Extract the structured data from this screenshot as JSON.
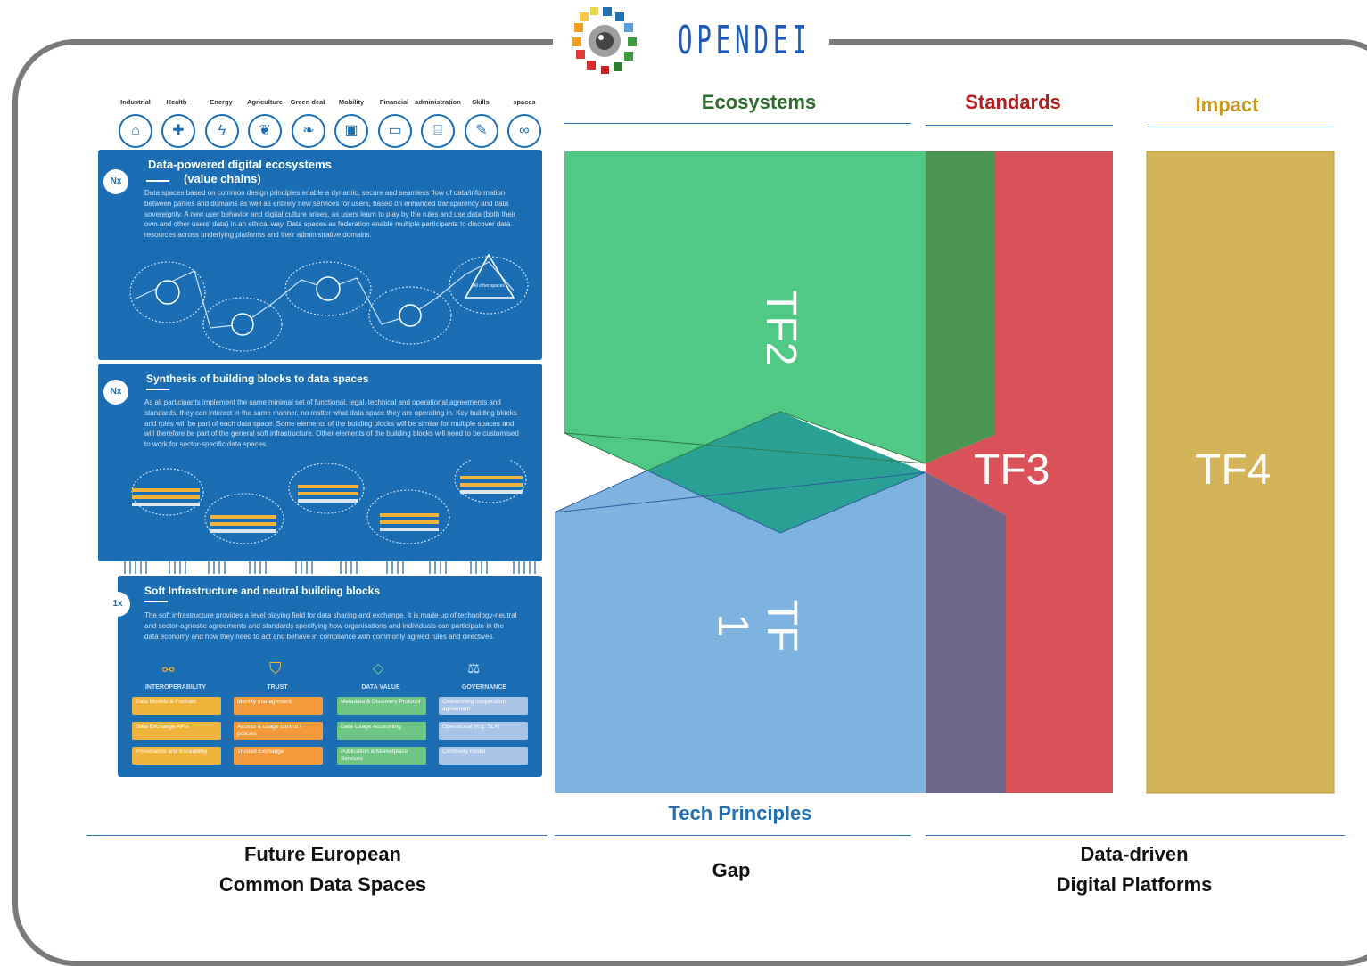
{
  "logo": {
    "text": "OPENDEI"
  },
  "headers": {
    "ecosystems": "Ecosystems",
    "standards": "Standards",
    "impact": "Impact",
    "tech_principles": "Tech Principles"
  },
  "bottom": {
    "left_line1": "Future European",
    "left_line2": "Common Data Spaces",
    "center": "Gap",
    "right_line1": "Data-driven",
    "right_line2": "Digital Platforms"
  },
  "task_forces": {
    "tf1": "TF 1",
    "tf2": "TF2",
    "tf3": "TF3",
    "tf4": "TF4"
  },
  "colors": {
    "tf1": "#7fb3df",
    "tf2": "#4fc985",
    "tf3": "#d9525a",
    "tf4": "#d4b458",
    "poster": "#1c6eb4",
    "ecosystems": "#2e7d32",
    "standards": "#b71c1c",
    "impact": "#c79a1e",
    "tech": "#1f6fb4"
  },
  "sectors": [
    {
      "label": "Industrial",
      "icon": "factory-icon"
    },
    {
      "label": "Health",
      "icon": "health-cross-icon"
    },
    {
      "label": "Energy",
      "icon": "lightning-icon"
    },
    {
      "label": "Agriculture",
      "icon": "wheat-icon"
    },
    {
      "label": "Green deal",
      "icon": "leaf-icon"
    },
    {
      "label": "Mobility",
      "icon": "car-icon"
    },
    {
      "label": "Financial",
      "icon": "card-icon"
    },
    {
      "label": "administration",
      "icon": "building-icon"
    },
    {
      "label": "Skills",
      "icon": "pencil-icon"
    },
    {
      "label": "spaces",
      "icon": "infinity-icon"
    }
  ],
  "poster": {
    "section1": {
      "badge": "Nx",
      "title1": "Data-powered digital ecosystems",
      "title2": "(value chains)",
      "text": "Data spaces based on common design principles enable a dynamic, secure and seamless flow of data/information between parties and domains as well as entirely new services for users, based on enhanced transparency and data sovereignty. A new user behavior and digital culture arises, as users learn to play by the rules and use data (both their own and other users' data) in an ethical way. Data spaces as federation enable multiple participants to discover data resources across underlying platforms and their administrative domains.",
      "node_label": "All other spaces"
    },
    "section2": {
      "badge": "Nx",
      "title": "Synthesis of building blocks to data spaces",
      "text": "As all participants implement the same minimal set of functional, legal, technical and operational agreements and standards, they can interact in the same manner, no matter what data space they are operating in. Key building blocks and roles will be part of each data space. Some elements of the building blocks will be similar for multiple spaces and will therefore be part of the general soft infrastructure. Other elements of the building blocks will need to be customised to work for sector-specific data spaces."
    },
    "section3": {
      "badge": "1x",
      "title": "Soft Infrastructure and neutral building blocks",
      "text": "The soft infrastructure provides a level playing field for data sharing and exchange. It is made up of technology-neutral and sector-agnostic agreements and standards specifying how organisations and individuals can participate in the data economy and how they need to act and behave in compliance with commonly agreed rules and directives.",
      "pillars": [
        {
          "title": "INTEROPERABILITY",
          "icon": "share-icon",
          "items": [
            "Data Models & Formats",
            "Data Exchange APIs",
            "Provenance and traceability"
          ]
        },
        {
          "title": "TRUST",
          "icon": "shield-icon",
          "items": [
            "Identity management",
            "Access & usage control / policies",
            "Trusted Exchange"
          ]
        },
        {
          "title": "DATA VALUE",
          "icon": "diamond-icon",
          "items": [
            "Metadata & Discovery Protocol",
            "Data Usage Accounting",
            "Publication & Marketplace Services"
          ]
        },
        {
          "title": "GOVERNANCE",
          "icon": "scales-icon",
          "items": [
            "Overarching cooperation agreement",
            "Operational (e.g. SLA)",
            "Continuity model"
          ]
        }
      ]
    }
  }
}
